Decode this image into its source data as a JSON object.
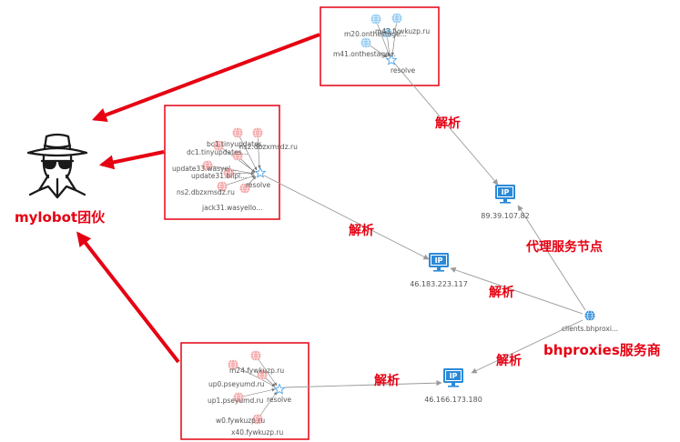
{
  "colors": {
    "accent_red": "#e60012",
    "domain_pink": "#f4a3a3",
    "domain_blue": "#8ec9f2",
    "ip_blue": "#2b8ad8",
    "edge_gray": "#9a9a9a"
  },
  "icons": {
    "actor": "hacker-spy-icon",
    "domain": "globe-icon",
    "resolve": "star-icon",
    "ip": "ip-monitor-icon",
    "provider": "globe-icon"
  },
  "labels": {
    "mylobot": "mylobot团伙",
    "proxy_node": "代理服务节点",
    "bhproxies": "bhproxies服务商",
    "parse": "解析",
    "ip_badge": "IP"
  },
  "clusters": {
    "top": {
      "domains": [
        "m20.onthestage...",
        "m43.fywkuzp.ru",
        "m41.onthestage..."
      ],
      "resolve": "resolve"
    },
    "middle": {
      "domains": [
        "bc1.tinyupdates...",
        "dc1.tinyupdates...",
        "ns2.dbzxmsdz.ru",
        "update33.wasyel...",
        "update31.bilpl...",
        "ns2.dbzxmsdz.ru",
        "jack31.wasyello..."
      ],
      "resolve": "resolve"
    },
    "bottom": {
      "domains": [
        "m24.fywkuzp.ru",
        "up0.pseyumd.ru",
        "up1.pseyumd.ru",
        "w0.fywkuzp.ru",
        "x40.fywkuzp.ru"
      ],
      "resolve": "resolve"
    }
  },
  "ips": {
    "ip1": "89.39.107.82",
    "ip2": "46.183.223.117",
    "ip3": "46.166.173.180"
  },
  "provider": {
    "label": "clients.bhproxi..."
  }
}
